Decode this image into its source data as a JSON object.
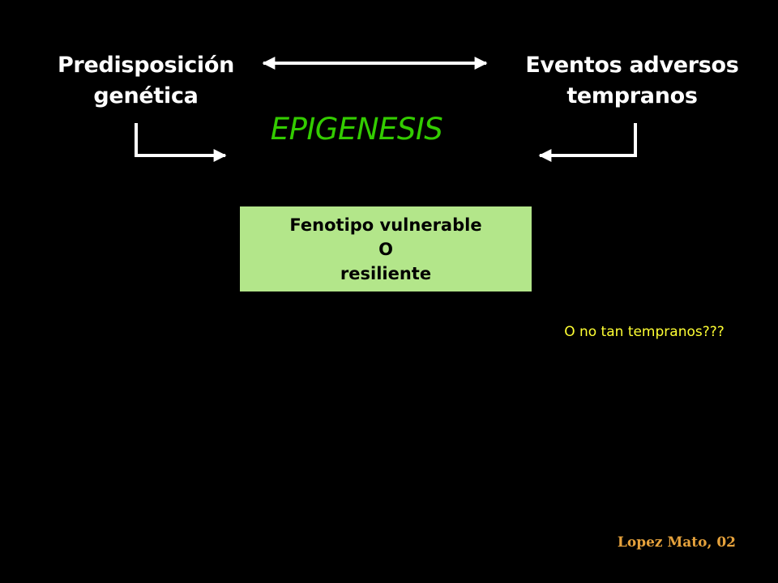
{
  "diagram": {
    "nodes": {
      "left": {
        "line1": "Predisposición",
        "line2": "genética"
      },
      "right": {
        "line1": "Eventos adversos",
        "line2": "tempranos"
      }
    },
    "center_title": "EPIGENESIS",
    "outcome": {
      "line1": "Fenotipo vulnerable",
      "line2": "O",
      "line3": "resiliente"
    },
    "side_note": "O no tan tempranos???",
    "citation": "Lopez Mato, 02"
  },
  "colors": {
    "background": "#000000",
    "node_text": "#ffffff",
    "center_title": "#33cc00",
    "outcome_fill": "#b3e68a",
    "side_note": "#ffff33",
    "citation": "#e6a23c",
    "arrow": "#ffffff"
  }
}
